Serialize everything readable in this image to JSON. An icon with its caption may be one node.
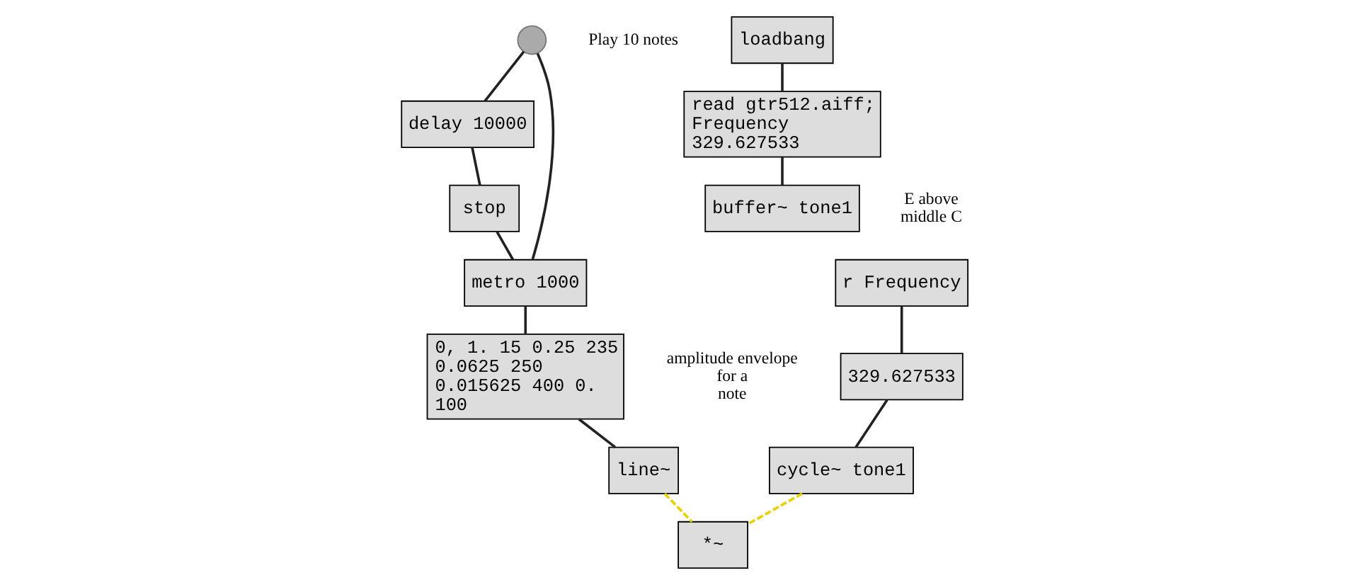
{
  "diagram": {
    "nodes": [
      {
        "text": [],
        "shape": "circle",
        "beside": [
          "Play 10 notes"
        ]
      },
      {
        "text": [
          "delay 10000"
        ]
      },
      {
        "text": [
          "metro 1000"
        ]
      },
      {
        "text": [
          "stop"
        ]
      },
      {
        "text": [
          "0, 1. 15 0.25 235 0.0625 250 0.015625 400 0. 100"
        ],
        "beside": [
          "amplitude envelope for a note"
        ]
      },
      {
        "text": [
          "r Frequency"
        ]
      },
      {
        "text": [
          "329.627533"
        ]
      },
      {
        "text": [
          "cycle~ tone1"
        ]
      },
      {
        "text": [
          "line~"
        ]
      },
      {
        "text": [
          "*~"
        ]
      },
      {
        "text": [
          "loadbang"
        ]
      },
      {
        "text": [
          "read gtr512.aiff; Frequency 329.627533"
        ]
      },
      {
        "text": [
          "buffer~ tone1"
        ],
        "beside": [
          "E above middle C"
        ]
      }
    ],
    "edges": [
      {
        "from": 0,
        "to": 1,
        "arrow": "none"
      },
      {
        "from": 0,
        "to": 2,
        "arrow": "none"
      },
      {
        "from": 1,
        "to": 3,
        "arrow": "none"
      },
      {
        "from": 3,
        "to": 2,
        "arrow": "none"
      },
      {
        "from": 2,
        "to": 4,
        "arrow": "none"
      },
      {
        "from": 5,
        "to": 6,
        "arrow": "none"
      },
      {
        "from": 6,
        "to": 7,
        "arrow": "none"
      },
      {
        "from": 4,
        "to": 8,
        "arrow": "none"
      },
      {
        "from": 7,
        "to": 9,
        "arrow": "none",
        "style": "dashed",
        "color": "#e6d200"
      },
      {
        "from": 8,
        "to": 9,
        "arrow": "none",
        "style": "dashed",
        "color": "#e6d200"
      },
      {
        "from": 10,
        "to": 11,
        "arrow": "none"
      },
      {
        "from": 11,
        "to": 12,
        "arrow": "none"
      }
    ]
  }
}
